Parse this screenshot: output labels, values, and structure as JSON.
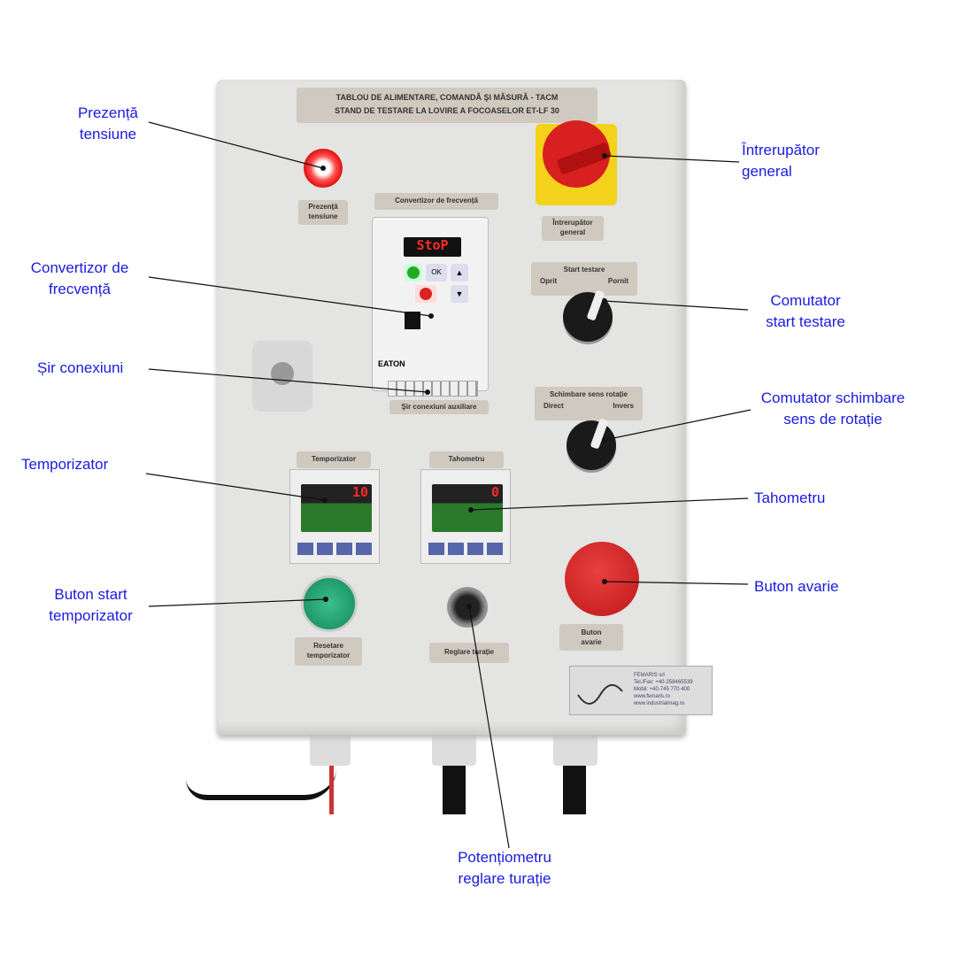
{
  "panel": {
    "title_line1": "TABLOU DE ALIMENTARE, COMANDĂ ŞI MĂSURĂ - TACM",
    "title_line2": "STAND DE TESTARE LA LOVIRE A FOCOASELOR ET-LF 30",
    "plates": {
      "prezenta": "Prezență tensiune",
      "convertizor": "Convertizor de frecvență",
      "intrerupator": "Întrerupător general",
      "start_testare": "Start testare",
      "oprit": "Oprit",
      "pornit": "Pornit",
      "schimbare_sens": "Schimbare sens rotație",
      "direct": "Direct",
      "invers": "Invers",
      "sir": "Şir conexiuni auxiliare",
      "temporizator": "Temporizator",
      "tahometru": "Tahometru",
      "resetare": "Resetare temporizator",
      "reglare": "Reglare turație",
      "buton_avarie": "Buton avarie"
    },
    "vfd_display": "StoP",
    "vfd_brand": "EATON",
    "timer_display": "10",
    "tacho_display": "0",
    "company": {
      "name": "FEMARIS srl",
      "tel": "Tel./Fax: +40-258465539",
      "mobil": "Mobil: +40-745 770 400",
      "web1": "www.femaris.ro",
      "web2": "www.industrialmag.ro"
    }
  },
  "annotations": {
    "prezenta_tensiune": [
      "Prezență",
      "tensiune"
    ],
    "intrerupator_general": [
      "Întrerupător",
      "general"
    ],
    "convertizor": [
      "Convertizor de",
      "frecvență"
    ],
    "comutator_start": [
      "Comutator",
      "start testare"
    ],
    "sir_conexiuni": "Șir conexiuni",
    "comutator_sens": [
      "Comutator schimbare",
      "sens de rotație"
    ],
    "temporizator": "Temporizator",
    "tahometru": "Tahometru",
    "buton_start": [
      "Buton start",
      "temporizator"
    ],
    "buton_avarie": "Buton avarie",
    "potentiometru": [
      "Potențiometru",
      "reglare turație"
    ]
  },
  "colors": {
    "annotation": "#1a1adf",
    "panel": "#e4e4e2",
    "plate": "#cfc9c0",
    "emergency": "#d42020",
    "green_button": "#1a9a6a",
    "switch_yellow": "#f2d21a"
  }
}
